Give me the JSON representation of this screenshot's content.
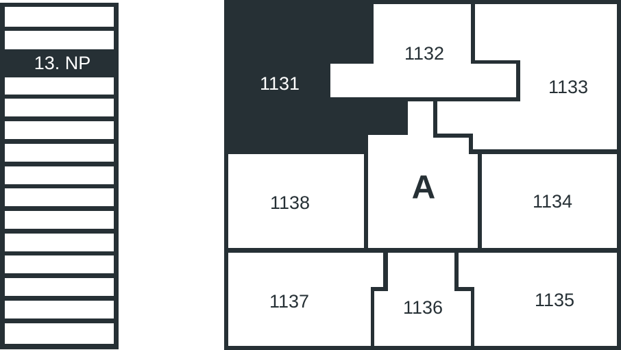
{
  "colors": {
    "wall": "#263035",
    "room": "#ffffff",
    "selected": "#263035"
  },
  "floor_selector": {
    "selected_label": "13. NP",
    "floor_count": 15,
    "selected_index": 2
  },
  "plan": {
    "core_label": "A",
    "rooms": {
      "r1131": "1131",
      "r1132": "1132",
      "r1133": "1133",
      "r1134": "1134",
      "r1135": "1135",
      "r1136": "1136",
      "r1137": "1137",
      "r1138": "1138"
    },
    "selected_room": "1131"
  }
}
